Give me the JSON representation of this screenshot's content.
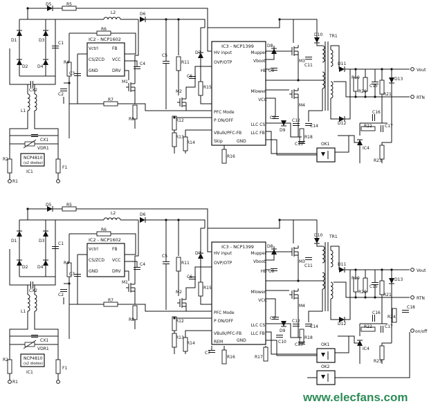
{
  "watermark": {
    "text": "www.elecfans.com",
    "color": "#2e8b57"
  },
  "circuits": [
    {
      "id": "top",
      "labels": {
        "D5": "D5",
        "R5": "R5",
        "L2": "L2",
        "D6": "D6",
        "R6": "R6",
        "D1": "D1",
        "D2": "D2",
        "D3": "D3",
        "D4": "D4",
        "C1": "C1",
        "CX2": "CX2",
        "L1": "L1",
        "CX1": "CX1",
        "VDR1": "VDR1",
        "R2": "R2",
        "F1": "F1",
        "IC1": "IC1",
        "IC1chip": "NCP4810",
        "IC1sub": "(x2 diodes)",
        "R1": "R1",
        "R4": "R4",
        "C2": "C2",
        "C3": "C3",
        "C4": "C4",
        "C5": "C5",
        "R7": "R7",
        "R8": "R8",
        "M1": "M1",
        "R11": "R11",
        "C6": "C6",
        "M2": "M2",
        "R12": "R12",
        "R13": "R13",
        "R14": "R14",
        "R15": "R15",
        "D7": "D7",
        "R16": "R16",
        "D8": "D8",
        "C8": "C8",
        "C9": "C9",
        "D9": "D9",
        "M3": "M3",
        "M4": "M4",
        "C11": "C11",
        "C12": "C12",
        "C13": "C13",
        "C14": "C14",
        "R18": "R18",
        "D10": "D10",
        "TR1": "TR1",
        "D11": "D11",
        "D12": "D12",
        "R19": "R19",
        "R20": "R20",
        "C15": "C15",
        "R21": "R21",
        "D13": "D13",
        "C16": "C16",
        "R22": "R22",
        "C17": "C17",
        "IC4": "IC4",
        "OK1": "OK1",
        "R23": "R23",
        "Vout": "Vout",
        "RTN": "RTN"
      },
      "ic2": {
        "title": "IC2 - NCP1602",
        "pins_left": [
          "Vctrl",
          "CS/ZCD",
          "GND"
        ],
        "pins_right": [
          "FB",
          "VCC",
          "DRV"
        ]
      },
      "ic3": {
        "title": "IC3 - NCP1399",
        "pins_left": [
          "HV input",
          "OVP/OTP",
          "PFC Mode",
          "P ON/OFF",
          "VBulk/PFC-FB",
          "Skip"
        ],
        "pins_right": [
          "Mupper",
          "Vboot",
          "HB",
          "Mlower",
          "VCC",
          "LLC CS",
          "LLC FB"
        ],
        "pins_bottom": [
          "GND"
        ]
      }
    },
    {
      "id": "bottom",
      "labels": {
        "D5": "D5",
        "R5": "R5",
        "L2": "L2",
        "D6": "D6",
        "R6": "R6",
        "D1": "D1",
        "D2": "D2",
        "D3": "D3",
        "D4": "D4",
        "C1": "C1",
        "CX2": "CX2",
        "L1": "L1",
        "CX1": "CX1",
        "VDR1": "VDR1",
        "R2": "R2",
        "F1": "F1",
        "IC1": "IC1",
        "IC1chip": "NCP4810",
        "IC1sub": "(x2 diodes)",
        "R1": "R1",
        "R4": "R4",
        "C2": "C2",
        "C3": "C3",
        "C4": "C4",
        "C5": "C5",
        "R7": "R7",
        "R8": "R8",
        "M1": "M1",
        "R11": "R11",
        "C6": "C6",
        "M2": "M2",
        "R12": "R12",
        "R13": "R13",
        "R14": "R14",
        "R15": "R15",
        "D7": "D7",
        "R16": "R16",
        "C7": "C7",
        "R17": "R17",
        "D8": "D8",
        "C8": "C8",
        "C9": "C9",
        "D9": "D9",
        "C10": "C10",
        "M3": "M3",
        "M4": "M4",
        "C11": "C11",
        "C12": "C12",
        "C13": "C13",
        "C14": "C14",
        "R18": "R18",
        "D10": "D10",
        "TR1": "TR1",
        "D11": "D11",
        "D12": "D12",
        "R19": "R19",
        "R20": "R20",
        "C15": "C15",
        "R21": "R21",
        "D13": "D13",
        "C16": "C16",
        "R22": "R22",
        "C17": "C17",
        "C18": "C18",
        "R24": "R24",
        "IC4": "IC4",
        "OK1": "OK1",
        "OK2": "OK2",
        "R23": "R23",
        "Vout": "Vout",
        "RTN": "RTN",
        "OnOff": "on/off"
      },
      "ic2": {
        "title": "IC2 - NCP1602",
        "pins_left": [
          "Vctrl",
          "CS/ZCD",
          "GND"
        ],
        "pins_right": [
          "FB",
          "VCC",
          "DRV"
        ]
      },
      "ic3": {
        "title": "IC3 - NCP1399",
        "pins_left": [
          "HV input",
          "OVP/OTP",
          "PFC Mode",
          "P ON/OFF",
          "VBulk/PFC-FB",
          "REM"
        ],
        "pins_right": [
          "Mupper",
          "Vboot",
          "HB",
          "Mlower",
          "VCC",
          "LLC CS",
          "LLC FB"
        ],
        "pins_bottom": [
          "GND"
        ]
      }
    }
  ]
}
